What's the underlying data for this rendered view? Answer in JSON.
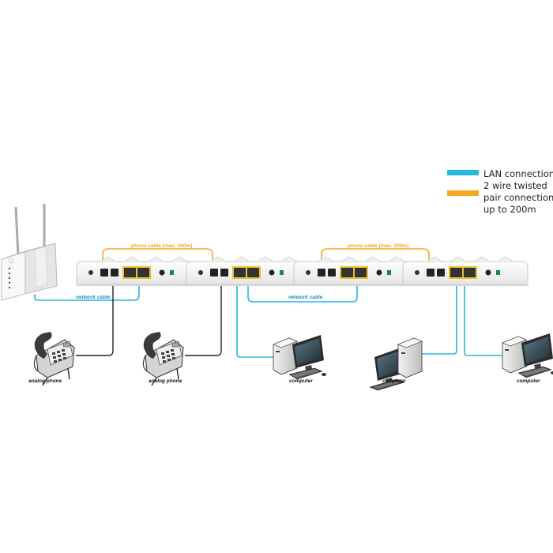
{
  "legend": {
    "lan": {
      "label": "LAN connection",
      "color": "#29b6e0"
    },
    "twisted": {
      "lines": [
        "2 wire twisted",
        "pair connection",
        "up to 200m"
      ],
      "color": "#f5a623"
    }
  },
  "cable_labels": {
    "phone_cable_left": "phone cable (max. 200m)",
    "phone_cable_right": "phone cable (max. 200m)",
    "network_cable_left": "network cable",
    "network_cable_right": "network cable"
  },
  "device_labels": {
    "phone_1": "analog phone",
    "phone_2": "analog phone",
    "computer_1": "computer",
    "computer_2": "computer",
    "computer_3": "computer"
  },
  "colors": {
    "lan": "#29b6e0",
    "phone_cable": "#f5a623",
    "black_cable": "#222222",
    "adapter_body": "#f7f7f7",
    "port_frame": "#e8c22a"
  }
}
